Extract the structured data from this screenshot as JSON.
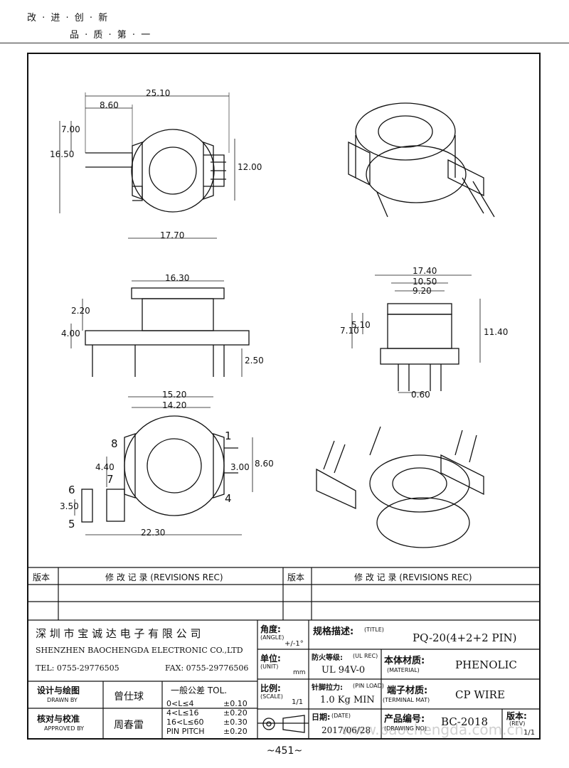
{
  "slogan": {
    "line1": "改 · 进 · 创 · 新",
    "line2": "品 · 质 · 第 · 一"
  },
  "dims": {
    "A": "25.10",
    "B": "8.60",
    "C": "7.00",
    "D": "16.50",
    "E": "17.70",
    "F": "12.00",
    "G": "16.30",
    "H": "4.00",
    "I": "2.20",
    "J": "2.50",
    "K": "17.40",
    "L": "10.50",
    "M": "9.20",
    "N": "7.10",
    "O": "5.10",
    "P": "11.40",
    "Q": "0.60",
    "R": "15.20",
    "S": "14.20",
    "T": "4.40",
    "U": "3.50",
    "V": "22.30",
    "W": "3.00",
    "X": "8.60"
  },
  "pins": {
    "p1": "1",
    "p4": "4",
    "p5": "5",
    "p6": "6",
    "p7": "7",
    "p8": "8"
  },
  "revisions": {
    "col_a": "版本",
    "col_b": "修 改 记 录 (REVISIONS REC)",
    "col_c": "版本",
    "col_d": "修 改 记 录 (REVISIONS REC)"
  },
  "company": {
    "name_cn": "深 圳 市 宝 诚 达 电 子 有 限 公 司",
    "name_en": "SHENZHEN BAOCHENGDA ELECTRONIC CO.,LTD",
    "tel": "TEL: 0755-29776505",
    "fax": "FAX: 0755-29776506"
  },
  "title_block": {
    "angle_label": "角度:",
    "angle_en": "(ANGLE)",
    "angle_val": "+/-1°",
    "unit_label": "单位:",
    "unit_en": "(UNIT)",
    "unit_val": "mm",
    "scale_label": "比例:",
    "scale_en": "(SCALE)",
    "scale_val": "1/1",
    "title_label": "规格描述:",
    "title_en": "(TITLE)",
    "title_val": "PQ-20(4+2+2 PIN)",
    "fire_label": "防火等级:",
    "fire_en": "(UL REC)",
    "fire_val": "UL 94V-0",
    "material_label": "本体材质:",
    "material_en": "(MATERIAL)",
    "material_val": "PHENOLIC",
    "pin_load_label": "针脚拉力:",
    "pin_load_en": "(PIN LOAD)",
    "pin_load_val": "1.0 Kg MIN",
    "terminal_label": "端子材质:",
    "terminal_en": "(TERMINAL MAT)",
    "terminal_val": "CP WIRE",
    "date_label": "日期:",
    "date_en": "(DATE)",
    "date_val": "2017/06/28",
    "drawing_label": "产品编号:",
    "drawing_en": "(DRAWING NO)",
    "drawing_val": "BC-2018",
    "rev_label": "版本:",
    "rev_en": "(REV)",
    "rev_val": "1/1",
    "drawn_label": "设计与绘图",
    "drawn_en": "DRAWN BY",
    "drawn_val": "曾仕球",
    "approved_label": "核对与校准",
    "approved_en": "APPROVED BY",
    "approved_val": "周春雷",
    "tol_title": "一般公差 TOL.",
    "tol_rows": [
      {
        "range": "0<L≤4",
        "value": "±0.10"
      },
      {
        "range": "4<L≤16",
        "value": "±0.20"
      },
      {
        "range": "16<L≤60",
        "value": "±0.30"
      },
      {
        "range": "PIN PITCH",
        "value": "±0.20"
      }
    ]
  },
  "watermark": "www.baochengda.com.cn",
  "page_number": "~451~"
}
